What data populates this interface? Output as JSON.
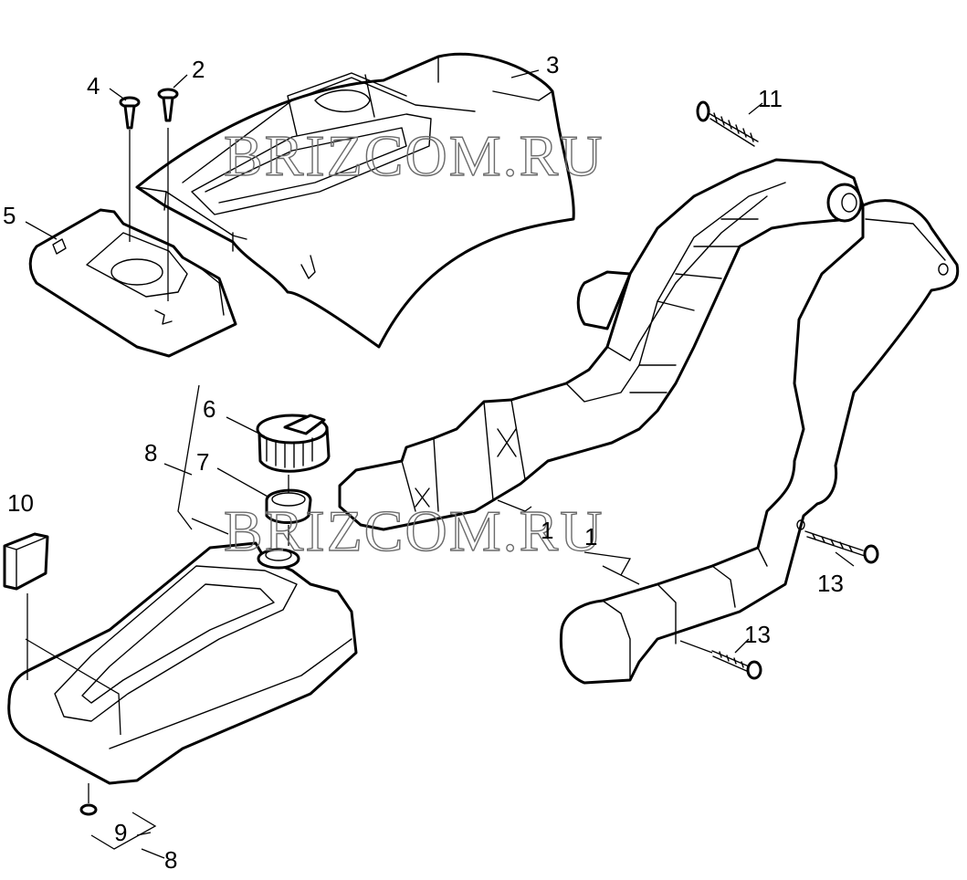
{
  "diagram": {
    "watermarks": [
      "BRIZCOM.RU",
      "BRIZCOM.RU"
    ],
    "callouts": [
      {
        "id": "c4",
        "text": "4"
      },
      {
        "id": "c2",
        "text": "2"
      },
      {
        "id": "c3",
        "text": "3"
      },
      {
        "id": "c5",
        "text": "5"
      },
      {
        "id": "c11",
        "text": "11"
      },
      {
        "id": "c6",
        "text": "6"
      },
      {
        "id": "c7",
        "text": "7"
      },
      {
        "id": "c8a",
        "text": "8"
      },
      {
        "id": "c10",
        "text": "10"
      },
      {
        "id": "c1a",
        "text": "1"
      },
      {
        "id": "c1b",
        "text": "1"
      },
      {
        "id": "c13a",
        "text": "13"
      },
      {
        "id": "c13b",
        "text": "13"
      },
      {
        "id": "c9",
        "text": "9"
      },
      {
        "id": "c8b",
        "text": "8"
      }
    ]
  }
}
